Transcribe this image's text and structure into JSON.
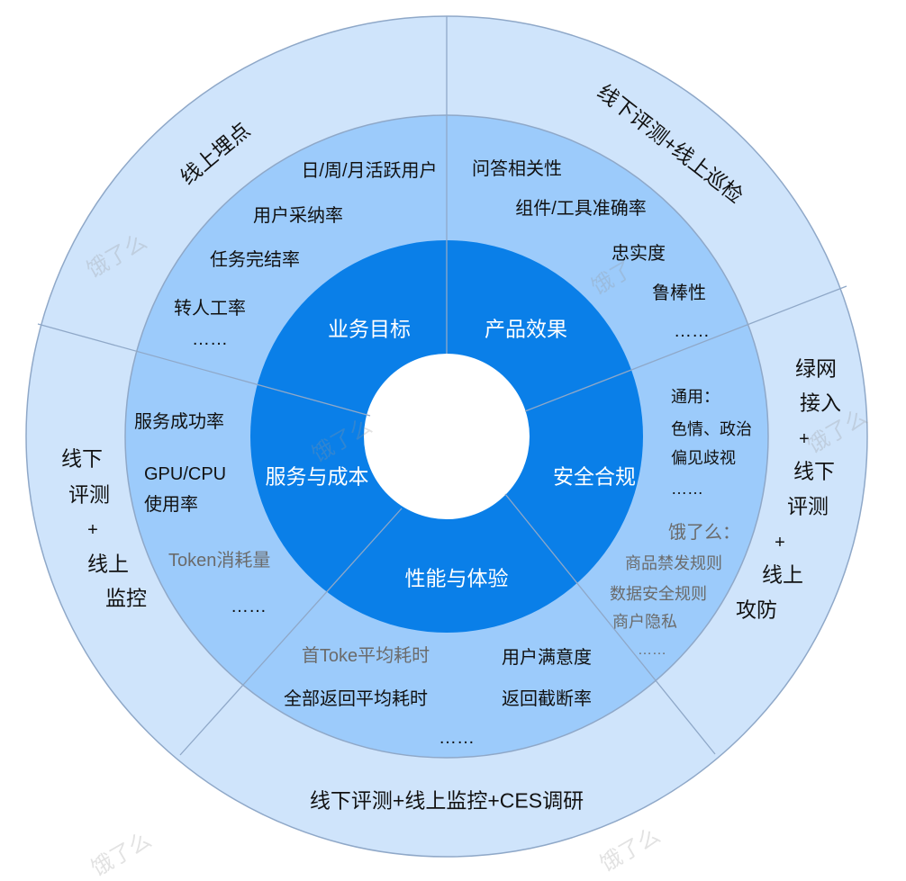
{
  "core": {
    "business_goal": "业务目标",
    "product_effect": "产品效果",
    "security": "安全合规",
    "performance": "性能与体验",
    "service_cost": "服务与成本"
  },
  "middle": {
    "business": [
      "日/周/月活跃用户",
      "用户采纳率",
      "任务完结率",
      "转人工率",
      "……"
    ],
    "product": [
      "问答相关性",
      "组件/工具准确率",
      "忠实度",
      "鲁棒性",
      "……"
    ],
    "security_general": [
      "通用：",
      "色情、政治",
      "偏见歧视",
      "……"
    ],
    "security_eleme": [
      "饿了么：",
      "商品禁发规则",
      "数据安全规则",
      "商户隐私",
      "……"
    ],
    "performance_left": [
      "首Toke平均耗时",
      "全部返回平均耗时"
    ],
    "performance_right": [
      "用户满意度",
      "返回截断率"
    ],
    "performance_more": "……",
    "service": [
      "服务成功率",
      "GPU/CPU",
      "使用率",
      "Token消耗量",
      "……"
    ]
  },
  "outer": {
    "business": "线上埋点",
    "product": "线下评测+线上巡检",
    "security": [
      "绿网",
      "接入",
      "+",
      "线下",
      "评测",
      "+",
      "线上",
      "攻防"
    ],
    "performance": "线下评测+线上监控+CES调研",
    "service": [
      "线下",
      "评测",
      "+",
      "线上",
      "监控"
    ]
  },
  "watermarks": [
    "饿了么",
    "饿了",
    "饿了么",
    "饿了么",
    "饿了么",
    "饿了么"
  ],
  "colors": {
    "outer_ring": "#cfe4fb",
    "middle_ring": "#9ccbfb",
    "inner_ring": "#0a7fe8",
    "divider": "#8fa8c8",
    "center": "#ffffff"
  }
}
